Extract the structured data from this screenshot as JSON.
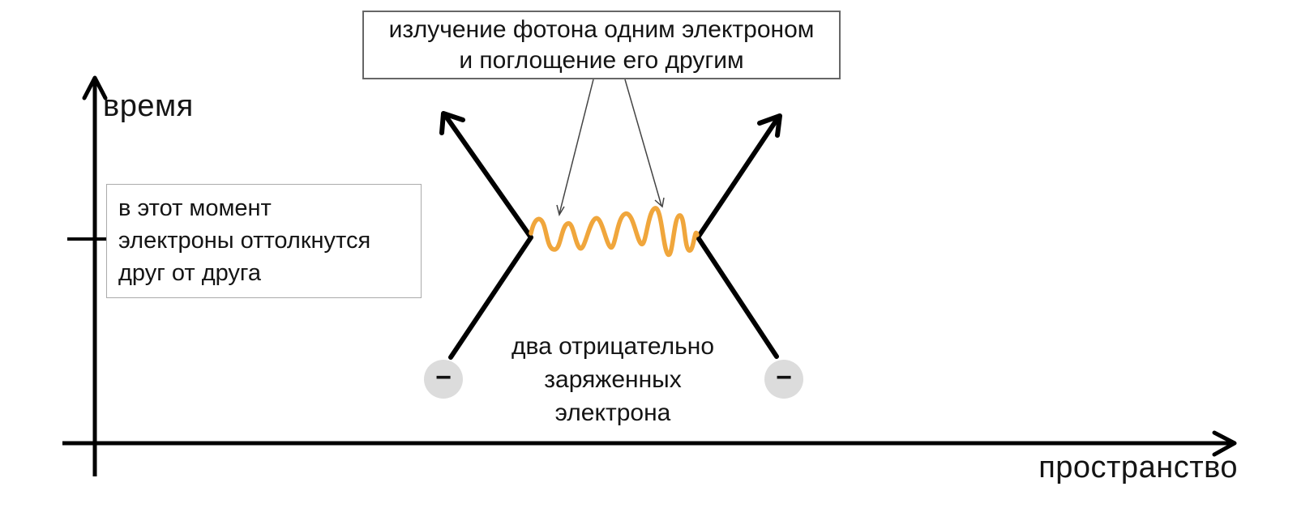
{
  "diagram_type": "feynman-diagram",
  "axes": {
    "y_label": "время",
    "x_label": "пространство"
  },
  "annotations": {
    "photon_box": {
      "line1": "излучение фотона одним электроном",
      "line2": "и поглощение его другим"
    },
    "moment_box": {
      "line1": "в этот момент",
      "line2": "электроны оттолкнутся",
      "line3": "друг от друга"
    },
    "electrons_caption": {
      "line1": "два отрицательно",
      "line2": "заряженных",
      "line3": "электрона"
    }
  },
  "electrons": {
    "left_charge": "−",
    "right_charge": "−"
  },
  "colors": {
    "photon": "#F0A63C",
    "electron_fill": "#DCDCDC",
    "worldline": "#000000",
    "axis": "#000000",
    "leader_line": "#444444",
    "photon_box_border": "#666666",
    "moment_box_border": "#ABABAB"
  }
}
